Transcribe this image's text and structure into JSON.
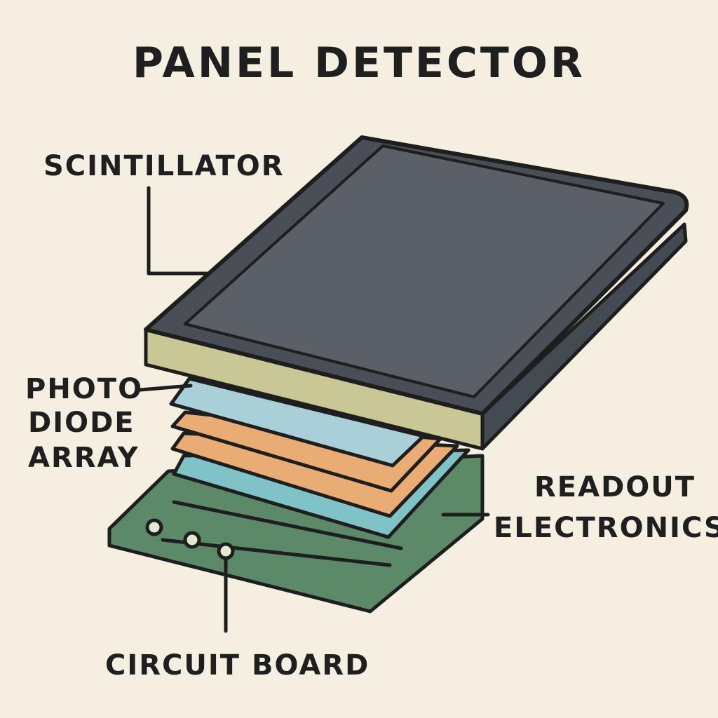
{
  "title": "PANEL DETECTOR",
  "labels": {
    "scintillator": "SCINTILLATOR",
    "photodiode": [
      "PHOTO",
      "DIODE",
      "ARRAY"
    ],
    "readout": [
      "READOUT",
      "ELECTRONICS"
    ],
    "circuit_board": "CIRCUIT BOARD"
  },
  "colors": {
    "background": "#f5efe1",
    "outline": "#1e1e1e",
    "scintillator_top": "#5b6068",
    "scintillator_rim": "#4a4f57",
    "scintillator_side": "#444a52",
    "scintillator_edge": "#c8c795",
    "photodiode_layer": "#a9d0d8",
    "orange_layer": "#e8ac74",
    "teal_layer": "#7fc3c6",
    "circuit_board": "#5c8a68"
  }
}
